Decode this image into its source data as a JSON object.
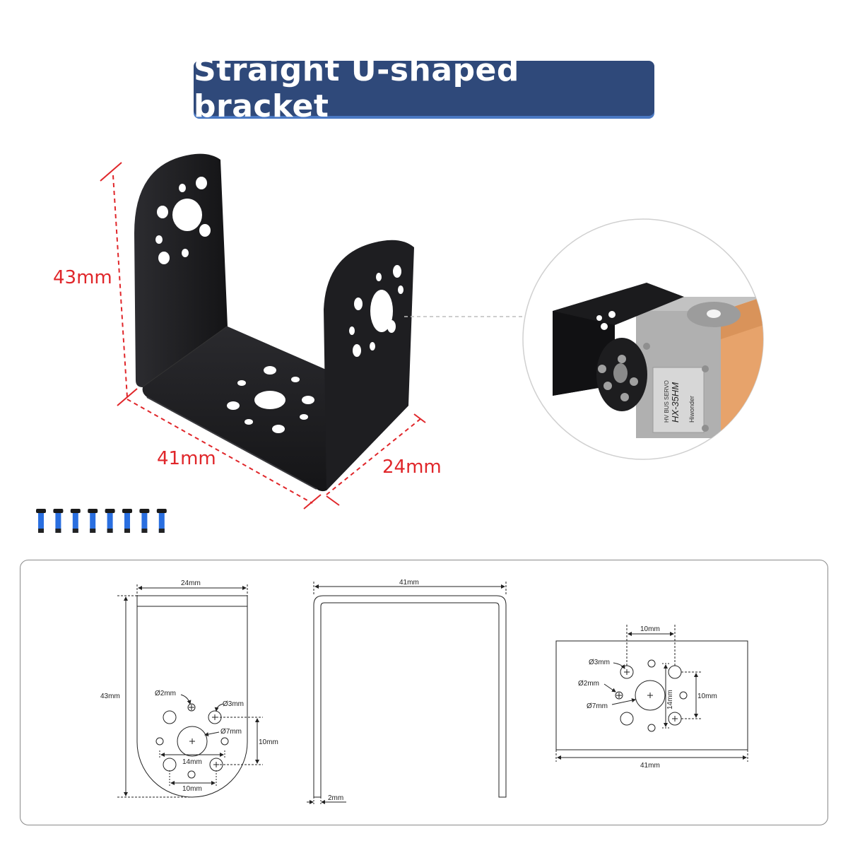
{
  "title": "Straight U-shaped bracket",
  "hero_dimensions": {
    "height": "43mm",
    "length": "41mm",
    "width": "24mm"
  },
  "screw_count": 8,
  "colors": {
    "banner": "#2f497a",
    "banner_shadow": "#4a78c2",
    "dimension_red": "#e0262a",
    "bracket_black": "#1b1b1d",
    "screw_blue": "#2a6fe0",
    "servo_gray": "#a9a9a9",
    "servo_orange": "#e7a36b"
  },
  "servo_label": {
    "line1": "HV BUS SERVO",
    "line2": "HX-35HM",
    "brand": "Hiwonder"
  },
  "side_view": {
    "width": "24mm",
    "height": "43mm",
    "hole_small": "Ø2mm",
    "hole_medium": "Ø3mm",
    "hole_large": "Ø7mm",
    "vertical_spacing": "10mm",
    "horizontal_spacing_inner": "14mm",
    "horizontal_spacing_outer": "10mm"
  },
  "front_view": {
    "length": "41mm",
    "thickness": "2mm"
  },
  "bottom_view": {
    "top_spacing": "10mm",
    "hole_medium": "Ø3mm",
    "hole_small": "Ø2mm",
    "hole_large": "Ø7mm",
    "vertical_spacing_inner": "14mm",
    "vertical_spacing_outer": "10mm",
    "length": "41mm"
  }
}
